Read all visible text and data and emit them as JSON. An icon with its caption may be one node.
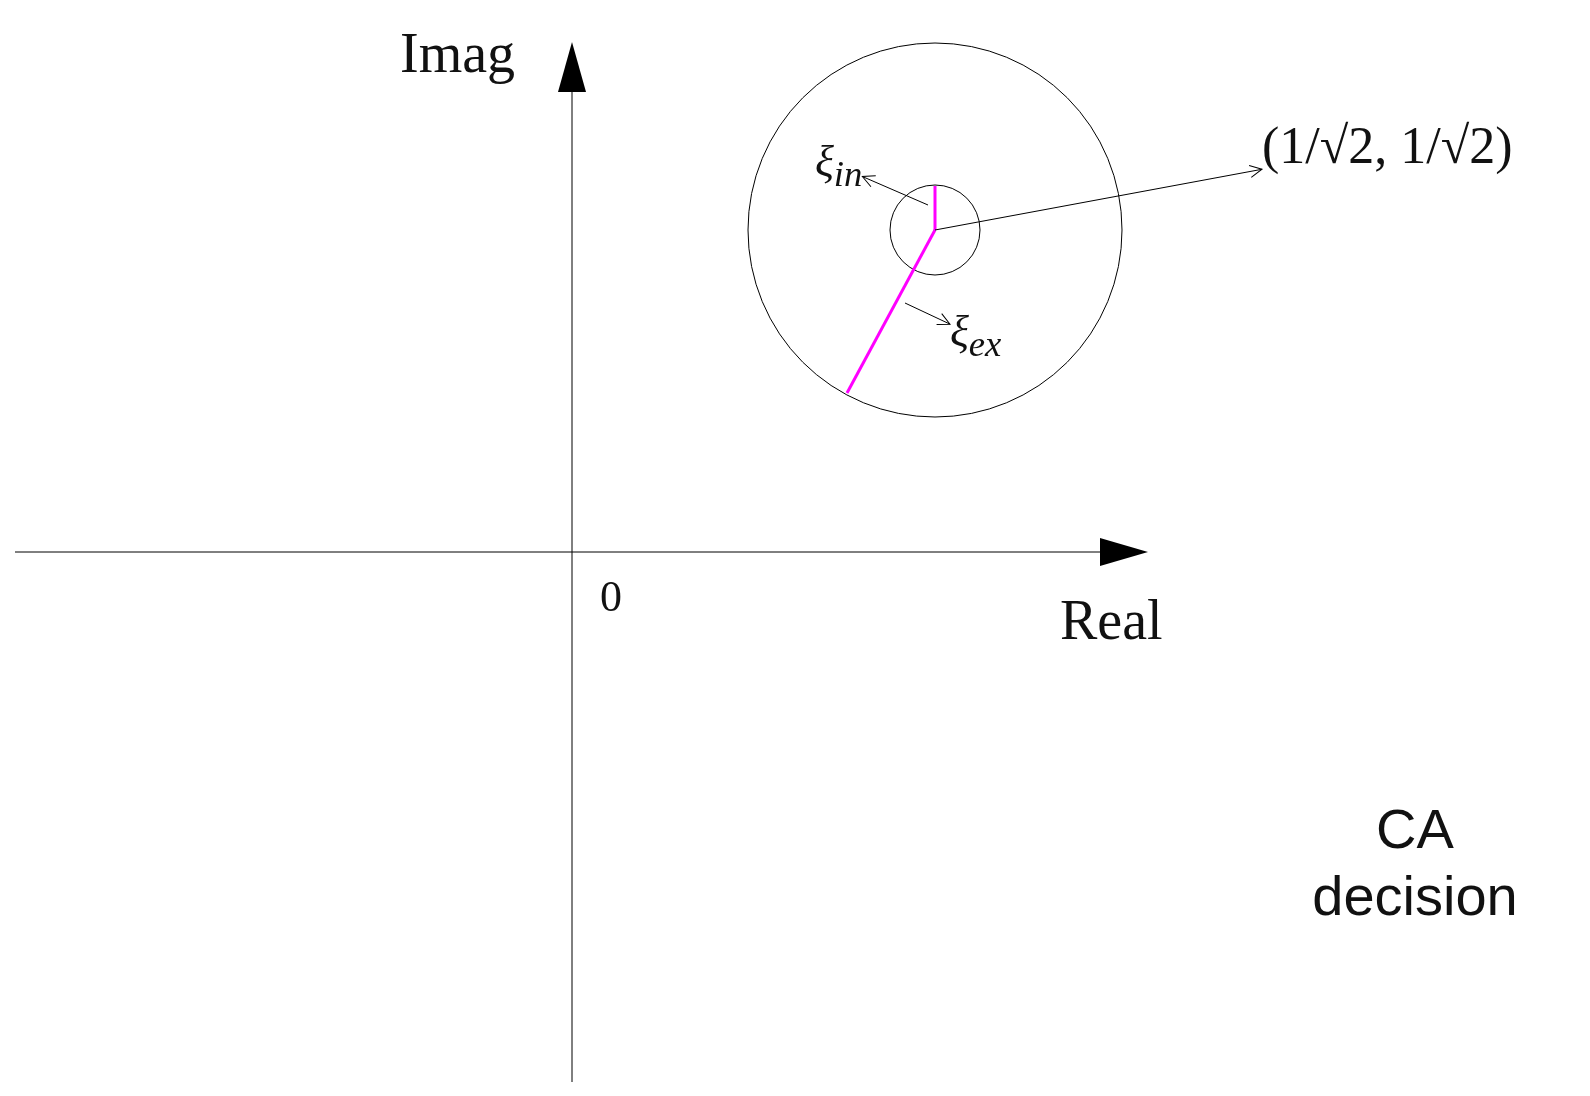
{
  "diagram": {
    "nodes": [
      {
        "text": [
          "ξ$_{in}$"
        ]
      },
      {
        "text": [
          "ξ$_{ex}$"
        ]
      },
      {
        "text": [
          "(1/√2, 1/√2)"
        ]
      }
    ],
    "edges": [
      {
        "from": null,
        "to": 0,
        "arrow": "to"
      },
      {
        "from": null,
        "to": 1,
        "arrow": "to"
      },
      {
        "from": null,
        "to": 2,
        "arrow": "to"
      }
    ],
    "labels": [
      "Imag",
      "Real",
      "0",
      "CA decision"
    ]
  }
}
